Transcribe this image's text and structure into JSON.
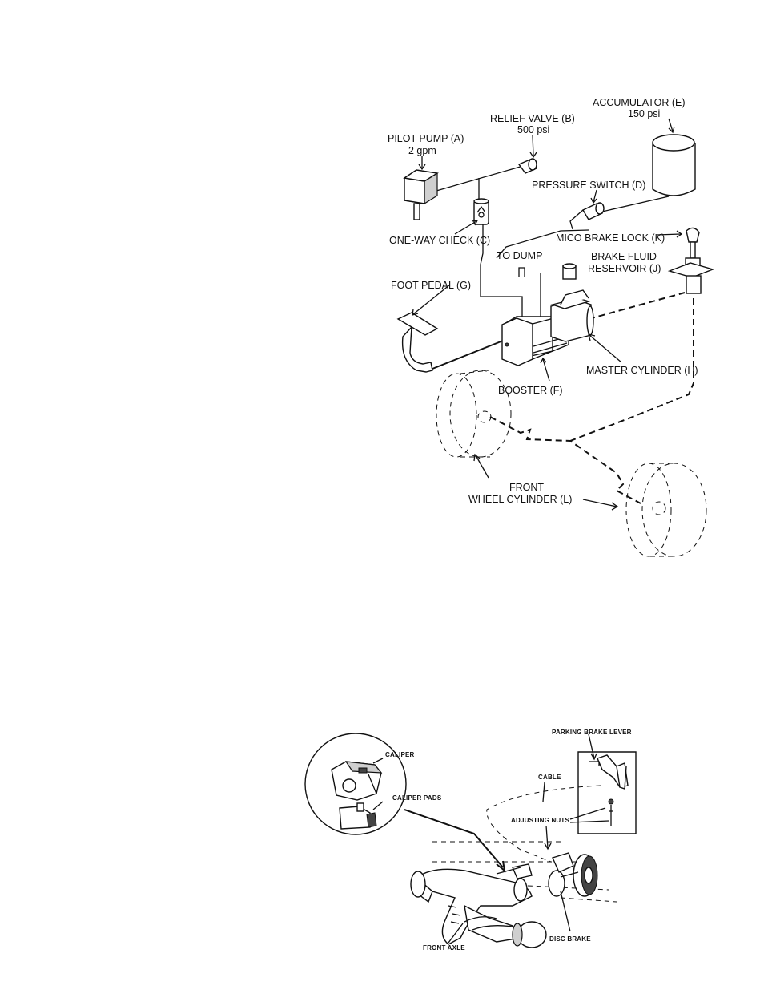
{
  "diagram1": {
    "labels": {
      "pilot_pump": "PILOT PUMP (A)",
      "pilot_pump_rate": "2 gpm",
      "relief_valve": "RELIEF VALVE (B)",
      "relief_valve_pressure": "500 psi",
      "accumulator": "ACCUMULATOR (E)",
      "accumulator_pressure": "150 psi",
      "pressure_switch": "PRESSURE SWITCH (D)",
      "one_way_check": "ONE-WAY CHECK (C)",
      "mico_brake_lock": "MICO BRAKE LOCK (K)",
      "to_dump": "TO DUMP",
      "brake_fluid_line1": "BRAKE FLUID",
      "brake_fluid_line2": "RESERVOIR (J)",
      "foot_pedal": "FOOT PEDAL (G)",
      "master_cylinder": "MASTER CYLINDER (H)",
      "booster": "BOOSTER (F)",
      "front_wheel_line1": "FRONT",
      "front_wheel_line2": "WHEEL CYLINDER (L)"
    }
  },
  "diagram2": {
    "labels": {
      "parking_brake_lever": "PARKING BRAKE LEVER",
      "caliper": "CALIPER",
      "cable": "CABLE",
      "caliper_pads": "CALIPER PADS",
      "adjusting_nuts": "ADJUSTING NUTS",
      "front_axle": "FRONT AXLE",
      "disc_brake": "DISC BRAKE"
    }
  }
}
